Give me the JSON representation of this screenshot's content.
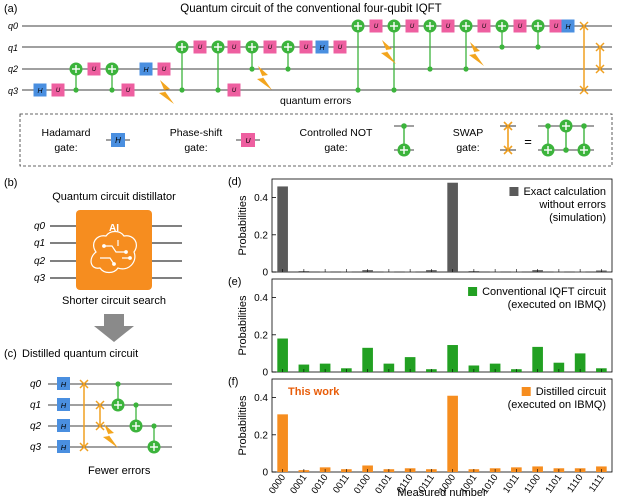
{
  "colors": {
    "hadamard": "#4a8fe0",
    "phase": "#ee5fa0",
    "cnot": "#3cb43c",
    "swap": "#f0a020",
    "error": "#f3a51d",
    "exact": "#5a5a5a",
    "conv": "#22a022",
    "distilled": "#f68d1f",
    "ai_box": "#f68d1f",
    "this_work": "#e85d0a",
    "arrow": "#8a8a8a"
  },
  "panel_a": {
    "label": "(a)",
    "title": "Quantum circuit of the conventional four-qubit IQFT",
    "qubits": [
      "q0",
      "q1",
      "q2",
      "q3"
    ],
    "gate_h": "H",
    "gate_u": "U",
    "errors_label": "quantum errors",
    "legend": {
      "hadamard_line1": "Hadamard",
      "hadamard_line2": "gate:",
      "phase_line1": "Phase-shift",
      "phase_line2": "gate:",
      "cnot_line1": "Controlled NOT",
      "cnot_line2": "gate:",
      "swap_line1": "SWAP",
      "swap_line2": "gate:",
      "equals": "="
    }
  },
  "panel_b": {
    "label": "(b)",
    "title": "Quantum circuit distillator",
    "ai": "AI",
    "caption": "Shorter circuit search",
    "qubits": [
      "q0",
      "q1",
      "q2",
      "q3"
    ]
  },
  "panel_c": {
    "label": "(c)",
    "title": "Distilled quantum circuit",
    "qubits": [
      "q0",
      "q1",
      "q2",
      "q3"
    ],
    "gate_h": "H",
    "caption": "Fewer errors"
  },
  "chart_data": [
    {
      "type": "bar",
      "panel": "(d)",
      "legend": "Exact calculation without errors (simulation)",
      "legend_lines": [
        "Exact calculation",
        "without errors",
        "(simulation)"
      ],
      "ylabel": "Probabilities",
      "ylim": [
        0,
        0.5
      ],
      "yticks": [
        "0.4",
        "0.2",
        "0"
      ],
      "categories": [
        "0000",
        "0001",
        "0010",
        "0011",
        "0100",
        "0101",
        "0110",
        "0111",
        "1000",
        "1001",
        "1010",
        "1011",
        "1100",
        "1101",
        "1110",
        "1111"
      ],
      "values": [
        0.46,
        0.005,
        0.002,
        0.002,
        0.01,
        0.002,
        0.002,
        0.01,
        0.48,
        0.005,
        0.002,
        0.002,
        0.01,
        0.002,
        0.002,
        0.008
      ]
    },
    {
      "type": "bar",
      "panel": "(e)",
      "legend": "Conventional IQFT circuit (executed on IBMQ)",
      "legend_lines": [
        "Conventional IQFT circuit",
        "(executed on IBMQ)"
      ],
      "ylabel": "Probabilities",
      "ylim": [
        0,
        0.5
      ],
      "yticks": [
        "0.4",
        "0.2",
        "0"
      ],
      "categories": [
        "0000",
        "0001",
        "0010",
        "0011",
        "0100",
        "0101",
        "0110",
        "0111",
        "1000",
        "1001",
        "1010",
        "1011",
        "1100",
        "1101",
        "1110",
        "1111"
      ],
      "values": [
        0.18,
        0.04,
        0.045,
        0.02,
        0.13,
        0.045,
        0.08,
        0.015,
        0.145,
        0.035,
        0.045,
        0.015,
        0.135,
        0.05,
        0.1,
        0.02
      ]
    },
    {
      "type": "bar",
      "panel": "(f)",
      "annotation": "This work",
      "legend": "Distilled circuit (executed on IBMQ)",
      "legend_lines": [
        "Distilled circuit",
        "(executed on IBMQ)"
      ],
      "ylabel": "Probabilities",
      "xlabel": "Measured number",
      "ylim": [
        0,
        0.5
      ],
      "yticks": [
        "0.4",
        "0.2",
        "0"
      ],
      "categories": [
        "0000",
        "0001",
        "0010",
        "0011",
        "0100",
        "0101",
        "0110",
        "0111",
        "1000",
        "1001",
        "1010",
        "1011",
        "1100",
        "1101",
        "1110",
        "1111"
      ],
      "values": [
        0.31,
        0.01,
        0.025,
        0.015,
        0.035,
        0.015,
        0.02,
        0.015,
        0.41,
        0.015,
        0.02,
        0.025,
        0.03,
        0.02,
        0.02,
        0.03
      ]
    }
  ]
}
